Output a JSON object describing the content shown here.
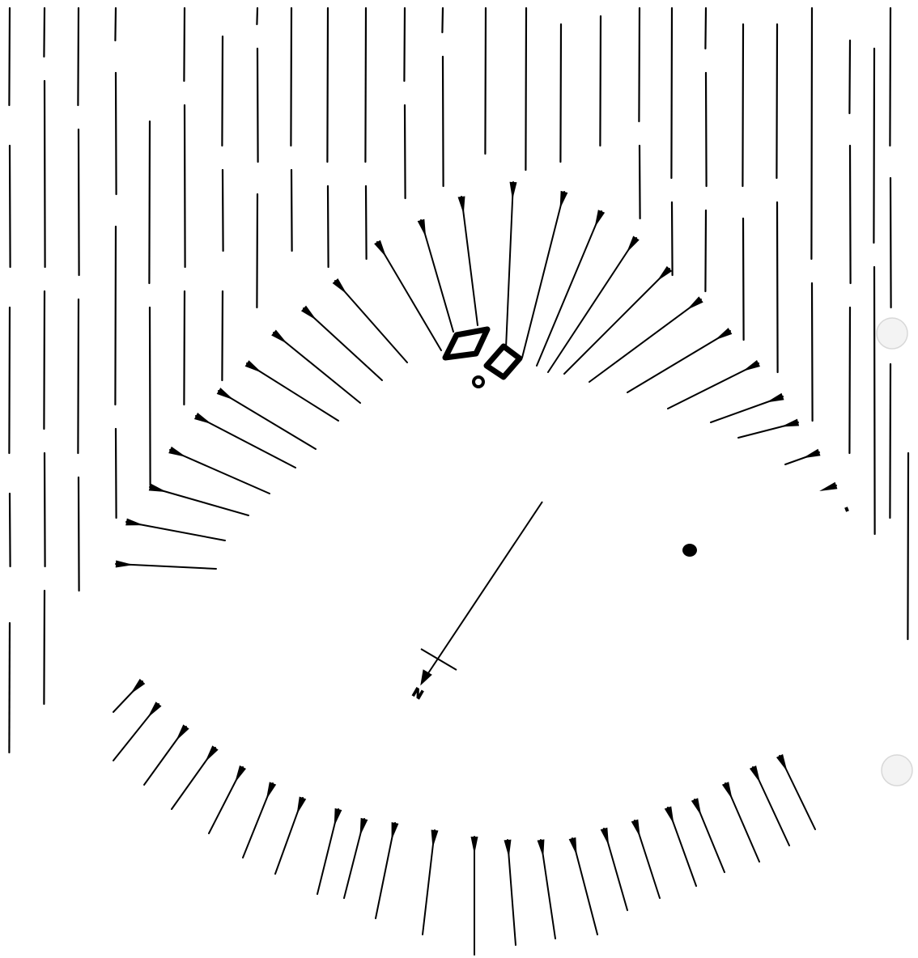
{
  "figure": {
    "kind": "hand-drawn field-line sketch",
    "ink_color": "#000000",
    "paper_color": "#ffffff",
    "punch_hole_color": "#e8e8e8"
  },
  "north_arrow": {
    "label": "N",
    "icon": "north-arrow-icon"
  },
  "magnet": {
    "icon": "bar-magnet-pair-icon"
  },
  "marks": {
    "dashed_field_lines": "vertical-dashed-lines",
    "upper_arc_needles": "compass-needle-icon",
    "lower_arc_needles": "compass-needle-icon",
    "ink_blot": "ink-dot-icon"
  }
}
